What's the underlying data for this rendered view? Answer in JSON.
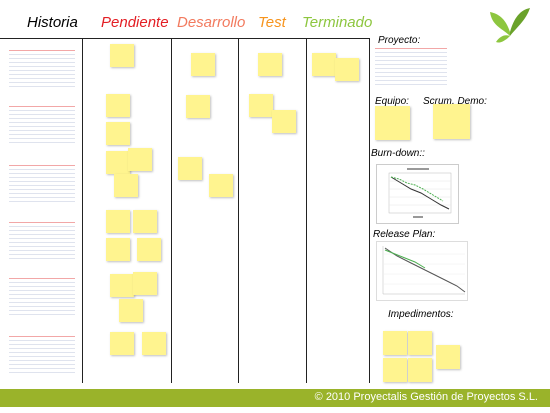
{
  "columns": {
    "historia": "Historia",
    "pendiente": "Pendiente",
    "desarrollo": "Desarrollo",
    "test": "Test",
    "terminado": "Terminado"
  },
  "colors": {
    "historia": "#000000",
    "pendiente": "#e31e24",
    "desarrollo": "#f27a5e",
    "test": "#f7941d",
    "terminado": "#8dc63f",
    "note": "#fff48f",
    "footer": "#9ab32a"
  },
  "sidebar": {
    "proyecto": "Proyecto:",
    "equipo": "Equipo:",
    "scrum": "Scrum, Demo:",
    "burndown": "Burn-down::",
    "release": "Release Plan:",
    "impedimentos": "Impedimentos:"
  },
  "logo_icon": "butterfly-icon",
  "footer": {
    "text": "© 2010 Proyectalis Gestión de Proyectos S.L."
  }
}
